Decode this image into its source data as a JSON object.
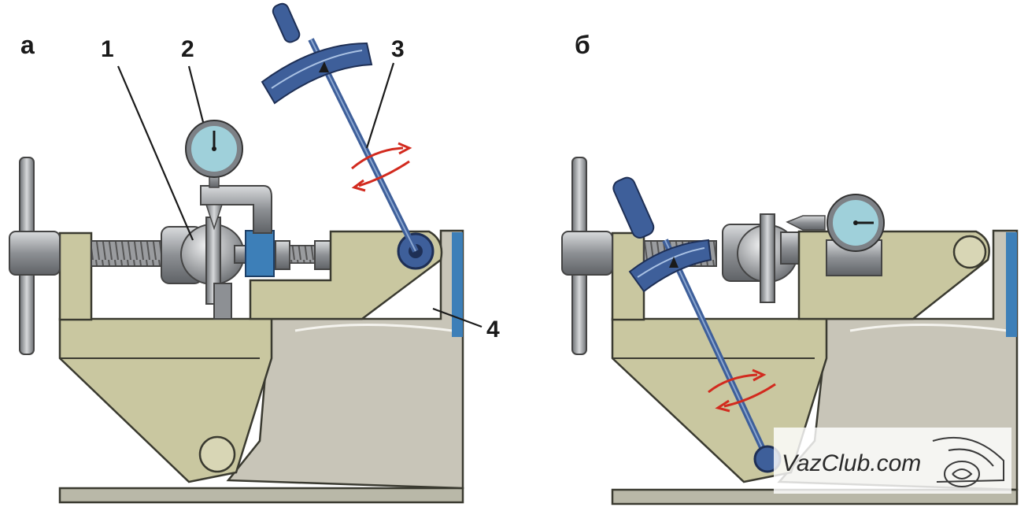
{
  "figure": {
    "panels": [
      {
        "id": "a",
        "label": "а"
      },
      {
        "id": "b",
        "label": "б"
      }
    ],
    "callouts": [
      "1",
      "2",
      "3",
      "4"
    ],
    "watermark": "VazClub.com"
  },
  "colors": {
    "base_olive": "#c9c7a0",
    "body_grey": "#c8c5b8",
    "steel": "#9ea0a3",
    "wrench_blue": "#3e5f9a",
    "gauge_face": "#9fd0da",
    "accent_blue": "#3d7fb8",
    "rotation_arrow": "#d22a1e"
  },
  "icons": {
    "rotation": "curved-double-arrow-icon",
    "gauge": "dial-gauge-icon",
    "watermark_logo": "car-logo-icon"
  }
}
